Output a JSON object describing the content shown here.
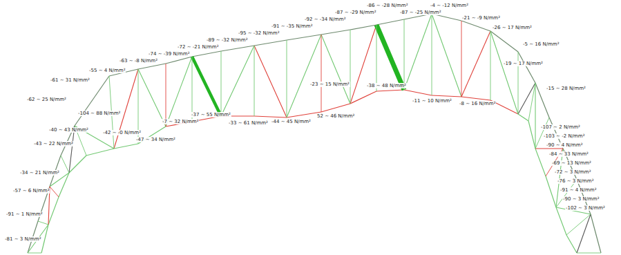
{
  "diagram": {
    "labels": [
      "-62 ~ 25 N/mm²",
      "-61 ~ 31 N/mm²",
      "-55 ~ 4 N/mm²",
      "-63 ~ -8 N/mm²",
      "-74 ~ -39 N/mm²",
      "-72 ~ -21 N/mm²",
      "-89 ~ -32 N/mm²",
      "-95 ~ -32 N/mm²",
      "-91 ~ -35 N/mm²",
      "-92 ~ -34 N/mm²",
      "-87 ~ -29 N/mm²",
      "-86 ~ -28 N/mm²",
      "-87 ~ -25 N/mm²",
      "-4 ~ -12 N/mm²",
      "-21 ~ -9 N/mm²",
      "-26 ~ 17 N/mm²",
      "-5 ~ 16 N/mm²",
      "-19 ~ 17 N/mm²",
      "-15 ~ 28 N/mm²",
      "-104 ~ 88 N/mm²",
      "-40 ~ 43 N/mm²",
      "-42 ~ -0 N/mm²",
      "-47 ~ 34 N/mm²",
      "-7 ~ 32 N/mm²",
      "-37 ~ 55 N/mm²",
      "-33 ~ 61 N/mm²",
      "-44 ~ 45 N/mm²",
      "-23 ~ 15 N/mm²",
      "52 ~ 46 N/mm²",
      "-38 ~ 48 N/mm²",
      "-11 ~ 10 N/mm²",
      "-8 ~ 16 N/mm²",
      "-107 ~ 2 N/mm²",
      "-103 ~ -2 N/mm²",
      "-90 ~ 4 N/mm²",
      "-84 ~ 33 N/mm²",
      "-69 ~ 13 N/mm²",
      "-72 ~ 3 N/mm²",
      "-76 ~ 3 N/mm²",
      "-91 ~ 4 N/mm²",
      "-90 ~ 3 N/mm²",
      "-102 ~ 3 N/mm²",
      "-43 ~ 22 N/mm²",
      "-34 ~ 21 N/mm²",
      "-57 ~ 6 N/mm²",
      "-91 ~ 1 N/mm²",
      "-81 ~ 3 N/mm²"
    ]
  }
}
